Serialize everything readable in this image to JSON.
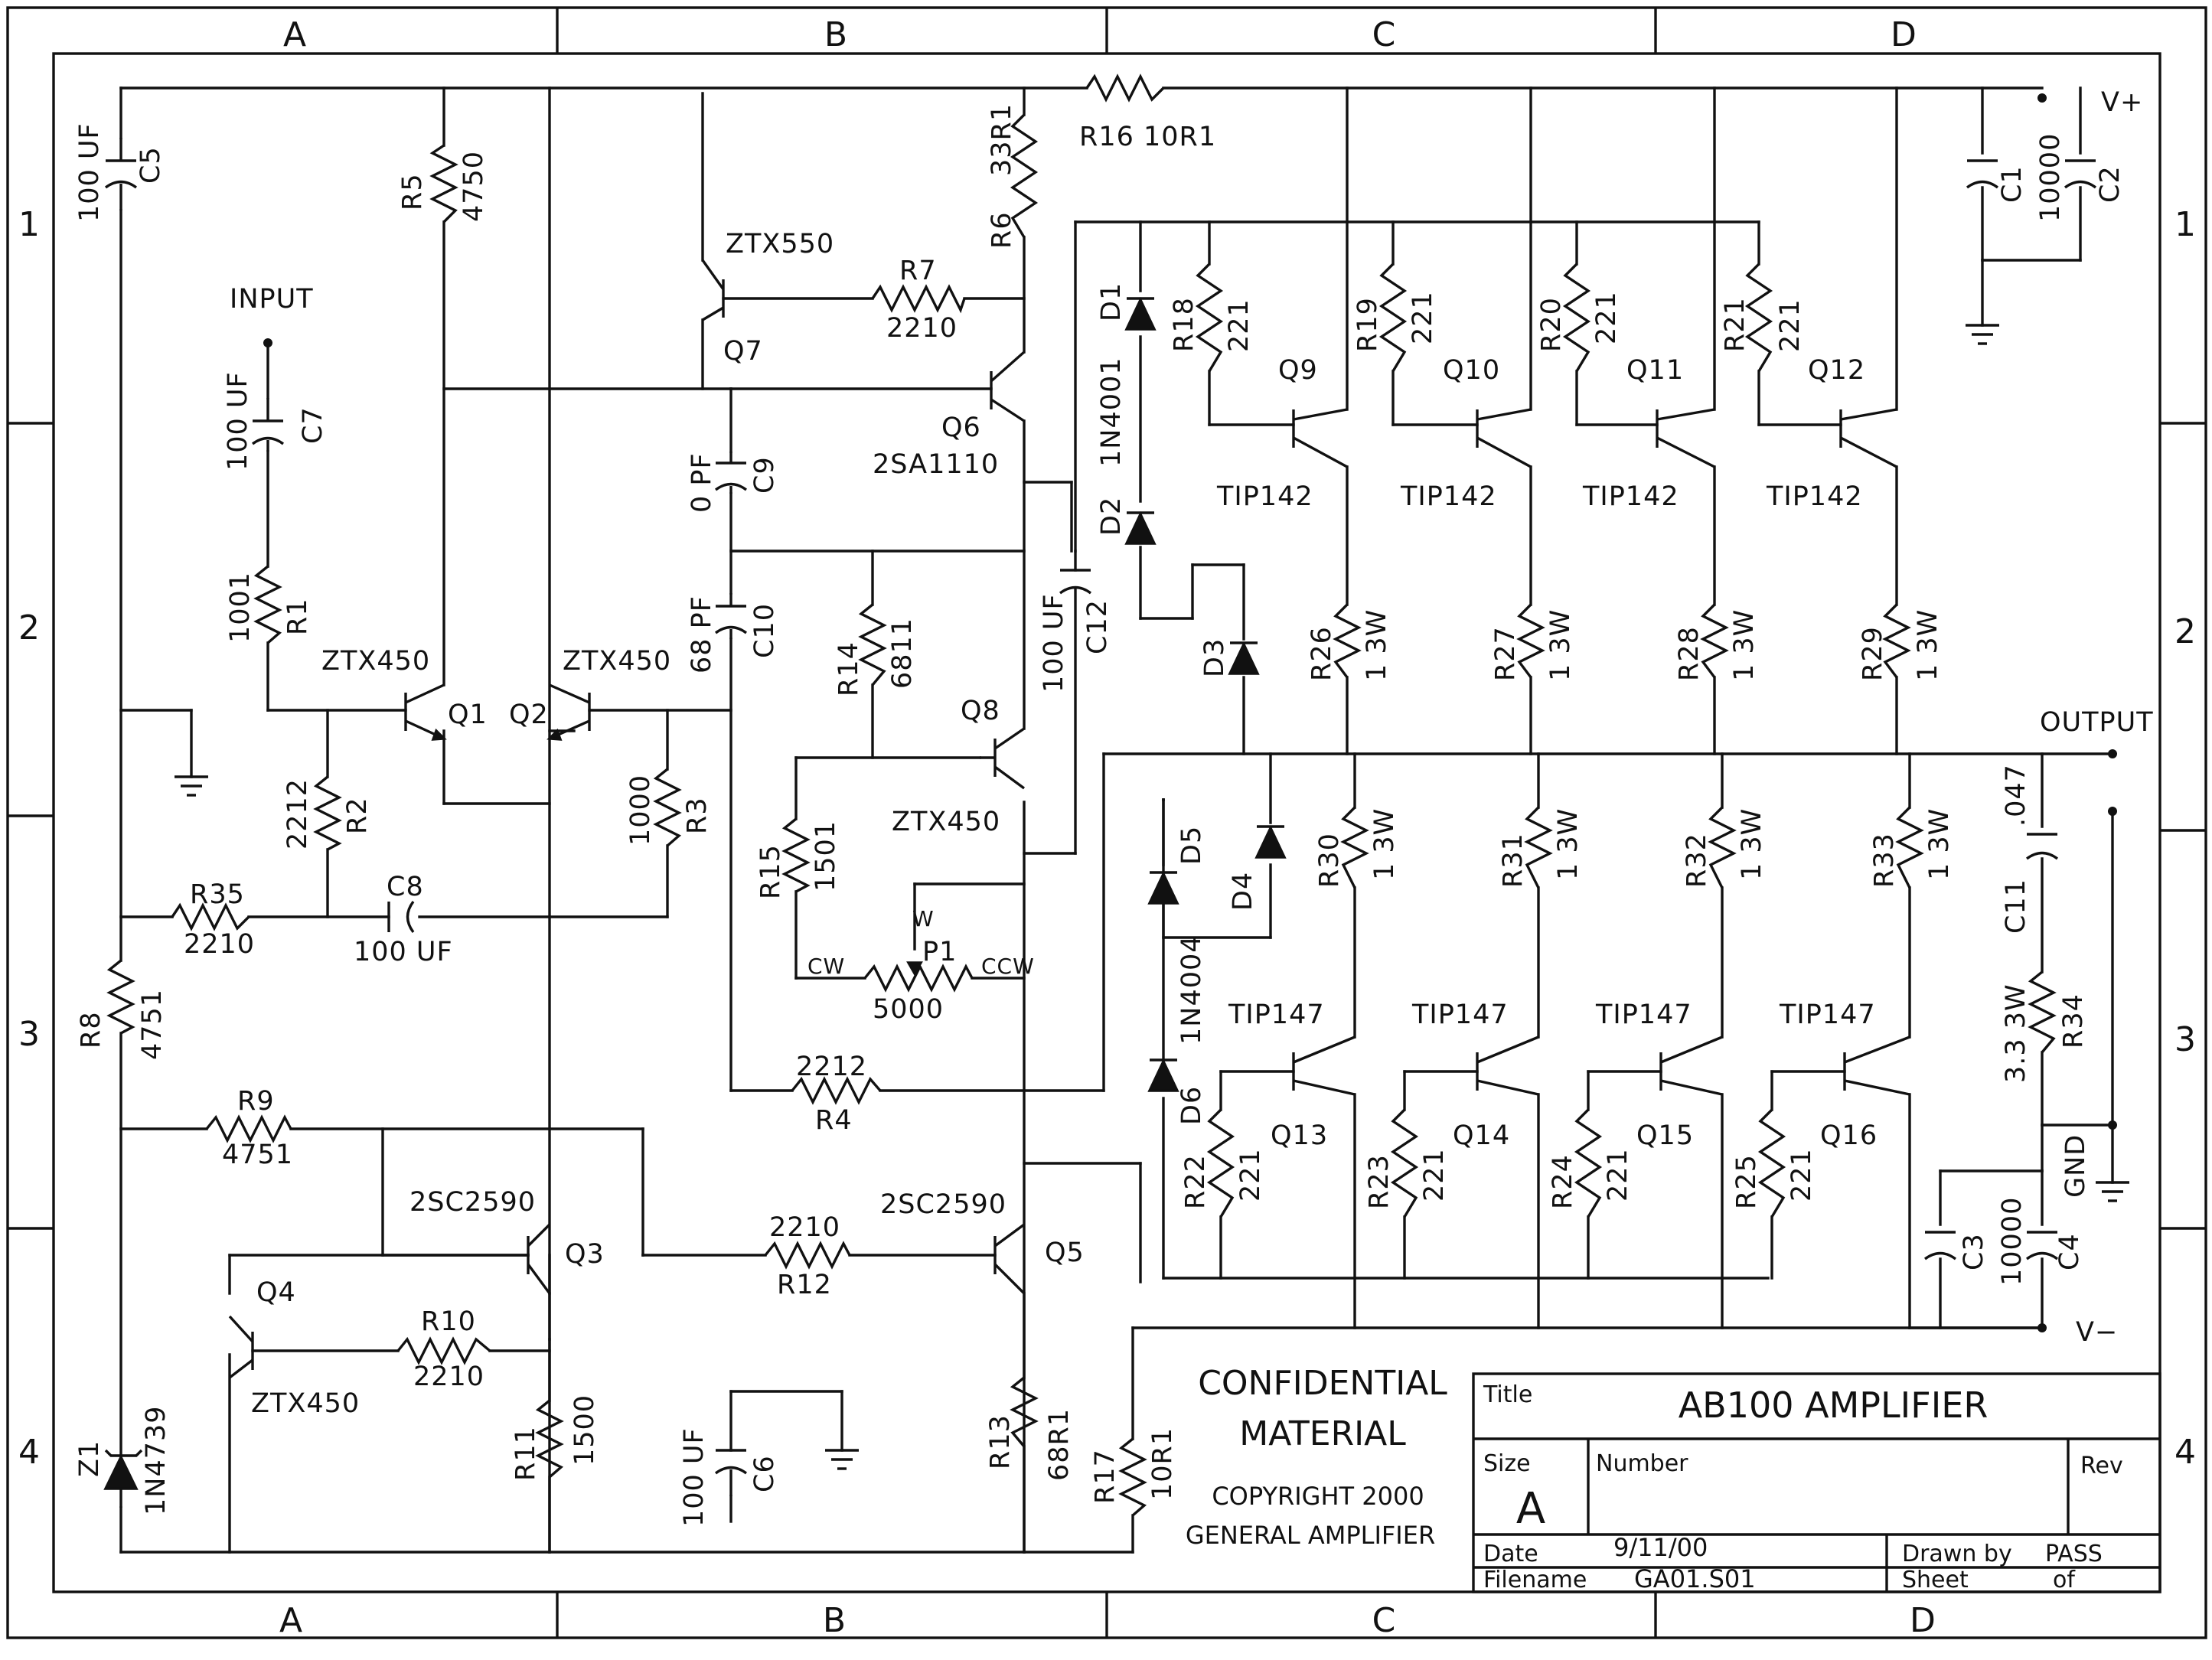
{
  "grid": {
    "columns": [
      "A",
      "B",
      "C",
      "D"
    ],
    "rows": [
      "1",
      "2",
      "3",
      "4"
    ]
  },
  "labels": {
    "r1": "R1",
    "r1_val": "1001",
    "r2": "R2",
    "r2_val": "2212",
    "r3": "R3",
    "r3_val": "1000",
    "r4": "R4",
    "r4_val": "2212",
    "r5": "R5",
    "r5_val": "4750",
    "r6": "R6",
    "r6_val": "33R1",
    "r7": "R7",
    "r7_val": "2210",
    "r8": "R8",
    "r8_val": "4751",
    "r9": "R9",
    "r9_val": "4751",
    "r10": "R10",
    "r10_val": "2210",
    "r11": "R11",
    "r11_val": "1500",
    "r12": "R12",
    "r12_val": "2210",
    "r13": "R13",
    "r13_val": "68R1",
    "r14": "R14",
    "r14_val": "6811",
    "r15": "R15",
    "r15_val": "1501",
    "r16": "R16 10R1",
    "r17": "R17",
    "r17_val": "10R1",
    "r18": "R18",
    "r18_val": "221",
    "r19": "R19",
    "r19_val": "221",
    "r20": "R20",
    "r20_val": "221",
    "r21": "R21",
    "r21_val": "221",
    "r22": "R22",
    "r22_val": "221",
    "r23": "R23",
    "r23_val": "221",
    "r24": "R24",
    "r24_val": "221",
    "r25": "R25",
    "r25_val": "221",
    "r26": "R26",
    "r26_val": "1 3W",
    "r27": "R27",
    "r27_val": "1 3W",
    "r28": "R28",
    "r28_val": "1 3W",
    "r29": "R29",
    "r29_val": "1 3W",
    "r30": "R30",
    "r30_val": "1 3W",
    "r31": "R31",
    "r31_val": "1 3W",
    "r32": "R32",
    "r32_val": "1 3W",
    "r33": "R33",
    "r33_val": "1 3W",
    "r34": "R34",
    "r34_val": "3.3 3W",
    "r35": "R35",
    "r35_val": "2210",
    "c1": "C1",
    "c1c2_val": "10000",
    "c2": "C2",
    "c3": "C3",
    "c3c4_val": "10000",
    "c4": "C4",
    "c5": "C5",
    "c5_val": "100 UF",
    "c6": "C6",
    "c6_val": "100 UF",
    "c7": "C7",
    "c7_val": "100 UF",
    "c8": "C8",
    "c8_val": "100 UF",
    "c9": "C9",
    "c9_val": "0 PF",
    "c10": "C10",
    "c10_val": "68 PF",
    "c11": "C11",
    "c11_val": ".047",
    "c12": "C12",
    "c12_val": "100 UF",
    "d1": "D1",
    "d2": "D2",
    "d1d2_val": "1N4001",
    "d3": "D3",
    "d4": "D4",
    "d5": "D5",
    "d6": "D6",
    "d5d6_val": "1N4004",
    "z1": "Z1",
    "z1_val": "1N4739",
    "q1": "Q1",
    "q1_val": "ZTX450",
    "q2": "Q2",
    "q2_val": "ZTX450",
    "q3": "Q3",
    "q3_val": "2SC2590",
    "q4": "Q4",
    "q4_val": "ZTX450",
    "q5": "Q5",
    "q5_val": "2SC2590",
    "q6": "Q6",
    "q6_val": "2SA1110",
    "q7": "Q7",
    "q7_val": "ZTX550",
    "q8": "Q8",
    "q8_val": "ZTX450",
    "q9": "Q9",
    "q10": "Q10",
    "q11": "Q11",
    "q12": "Q12",
    "tip142": "TIP142",
    "q13": "Q13",
    "q14": "Q14",
    "q15": "Q15",
    "q16": "Q16",
    "tip147": "TIP147",
    "p1": "P1",
    "p1_val": "5000",
    "p1_w": "W",
    "p1_cw": "CW",
    "p1_ccw": "CCW",
    "input": "INPUT",
    "output": "OUTPUT",
    "vplus": "V+",
    "vminus": "V−",
    "gnd": "GND"
  },
  "title_block": {
    "confidential_line1": "CONFIDENTIAL",
    "confidential_line2": "MATERIAL",
    "copyright": "COPYRIGHT 2000",
    "company": "GENERAL AMPLIFIER",
    "title_label": "Title",
    "title": "AB100 AMPLIFIER",
    "size_label": "Size",
    "size": "A",
    "number_label": "Number",
    "rev_label": "Rev",
    "date_label": "Date",
    "date": "9/11/00",
    "drawn_by_label": "Drawn by",
    "drawn_by": "PASS",
    "filename_label": "Filename",
    "filename": "GA01.S01",
    "sheet_label": "Sheet",
    "of_label": "of"
  }
}
